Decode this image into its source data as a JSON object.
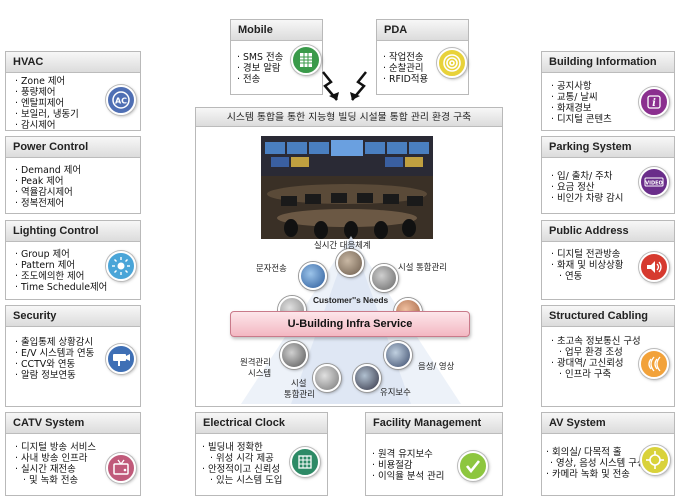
{
  "colors": {
    "hvac": "#4f6fb4",
    "power": "#3a5fb0",
    "lighting": "#4aa5d8",
    "security": "#3e6fb5",
    "catv": "#c05a7a",
    "clock": "#2d8a66",
    "facility": "#8dc63f",
    "av": "#d9d23a",
    "building": "#8b2f8f",
    "parking": "#6a2d8a",
    "public": "#d63a2f",
    "cabling": "#f2a23a",
    "mobile": "#3a9a4a",
    "pda": "#e8d23a",
    "ubi_bar": "#f3b7c2"
  },
  "mobile": {
    "title": "Mobile",
    "items": [
      "SMS 전송",
      "경보 알람",
      "전송"
    ],
    "icon": "spreadsheet-icon"
  },
  "pda": {
    "title": "PDA",
    "items": [
      "작업전송",
      "순찰관리",
      "RFID적용"
    ],
    "icon": "rfid-icon"
  },
  "hvac": {
    "title": "HVAC",
    "items": [
      "Zone 제어",
      "풍량제어",
      "엔탈피제어",
      "보일러, 냉동기",
      "감시제어"
    ],
    "icon": "ac-icon"
  },
  "power": {
    "title": "Power Control",
    "items": [
      "Demand 제어",
      "Peak 제어",
      "역율감시제어",
      "정복전제어"
    ]
  },
  "lighting": {
    "title": "Lighting Control",
    "items": [
      "Group 제어",
      "Pattern 제어",
      "조도에의한 제어",
      "Time Schedule제어"
    ],
    "icon": "light-icon"
  },
  "security": {
    "title": "Security",
    "items": [
      "출입통제 상황감시",
      "E/V 시스템과 연동",
      "CCTV와 연동",
      "알람 정보연동"
    ],
    "icon": "cctv-icon"
  },
  "catv": {
    "title": "CATV System",
    "items": [
      "디지털 방송 서비스",
      "사내 방송 인프라",
      "실시간 재전송",
      "및 녹화 전송"
    ],
    "icon": "tv-icon"
  },
  "clock": {
    "title": "Electrical Clock",
    "items": [
      "빌딩내 정확한",
      "위성 시각 제공",
      "안정적이고 신뢰성",
      "있는 시스템 도입"
    ],
    "icon": "clock-icon"
  },
  "facility": {
    "title": "Facility Management",
    "items": [
      "원격 유지보수",
      "비용절감",
      "이익율 분석 관리"
    ],
    "icon": "check-icon"
  },
  "av": {
    "title": "AV System",
    "items": [
      "회의실/ 다목적 홀",
      "영상, 음성 시스템 구성",
      "카메라 녹화 및 전송"
    ],
    "icon": "camera-icon"
  },
  "building": {
    "title": "Building Information",
    "items": [
      "공지사항",
      "교통/ 날씨",
      "화재경보",
      "디지털 콘텐츠"
    ],
    "icon": "info-icon"
  },
  "parking": {
    "title": "Parking System",
    "items": [
      "입/ 출차/ 주차",
      "요금 정산",
      "비인가 차량 감시"
    ],
    "icon": "video-icon"
  },
  "public": {
    "title": "Public Address",
    "items": [
      "디지털 전관방송",
      "화재 및 비상상황",
      "연동"
    ],
    "icon": "speaker-icon"
  },
  "cabling": {
    "title": "Structured Cabling",
    "items": [
      "초고속 정보통신 구성",
      "업무 환경 조성",
      "광대역/ 고신뢰성",
      "인프라 구축"
    ],
    "icon": "signal-icon"
  },
  "center": {
    "title": "시스템 통합을 통한 지능형 빌딩 시설물 통합 관리 환경 구축",
    "needs": "Customer''s Needs",
    "service": "U-Building Infra Service",
    "labels": {
      "realtime": "실시간 대응체계",
      "msg": "문자전송",
      "integrated": "시설 통합관리",
      "remote1": "원격관리",
      "remote2": "시스템",
      "av": "음성/ 영상",
      "fac1": "시설",
      "fac2": "통합관리",
      "maint": "유지보수"
    }
  }
}
